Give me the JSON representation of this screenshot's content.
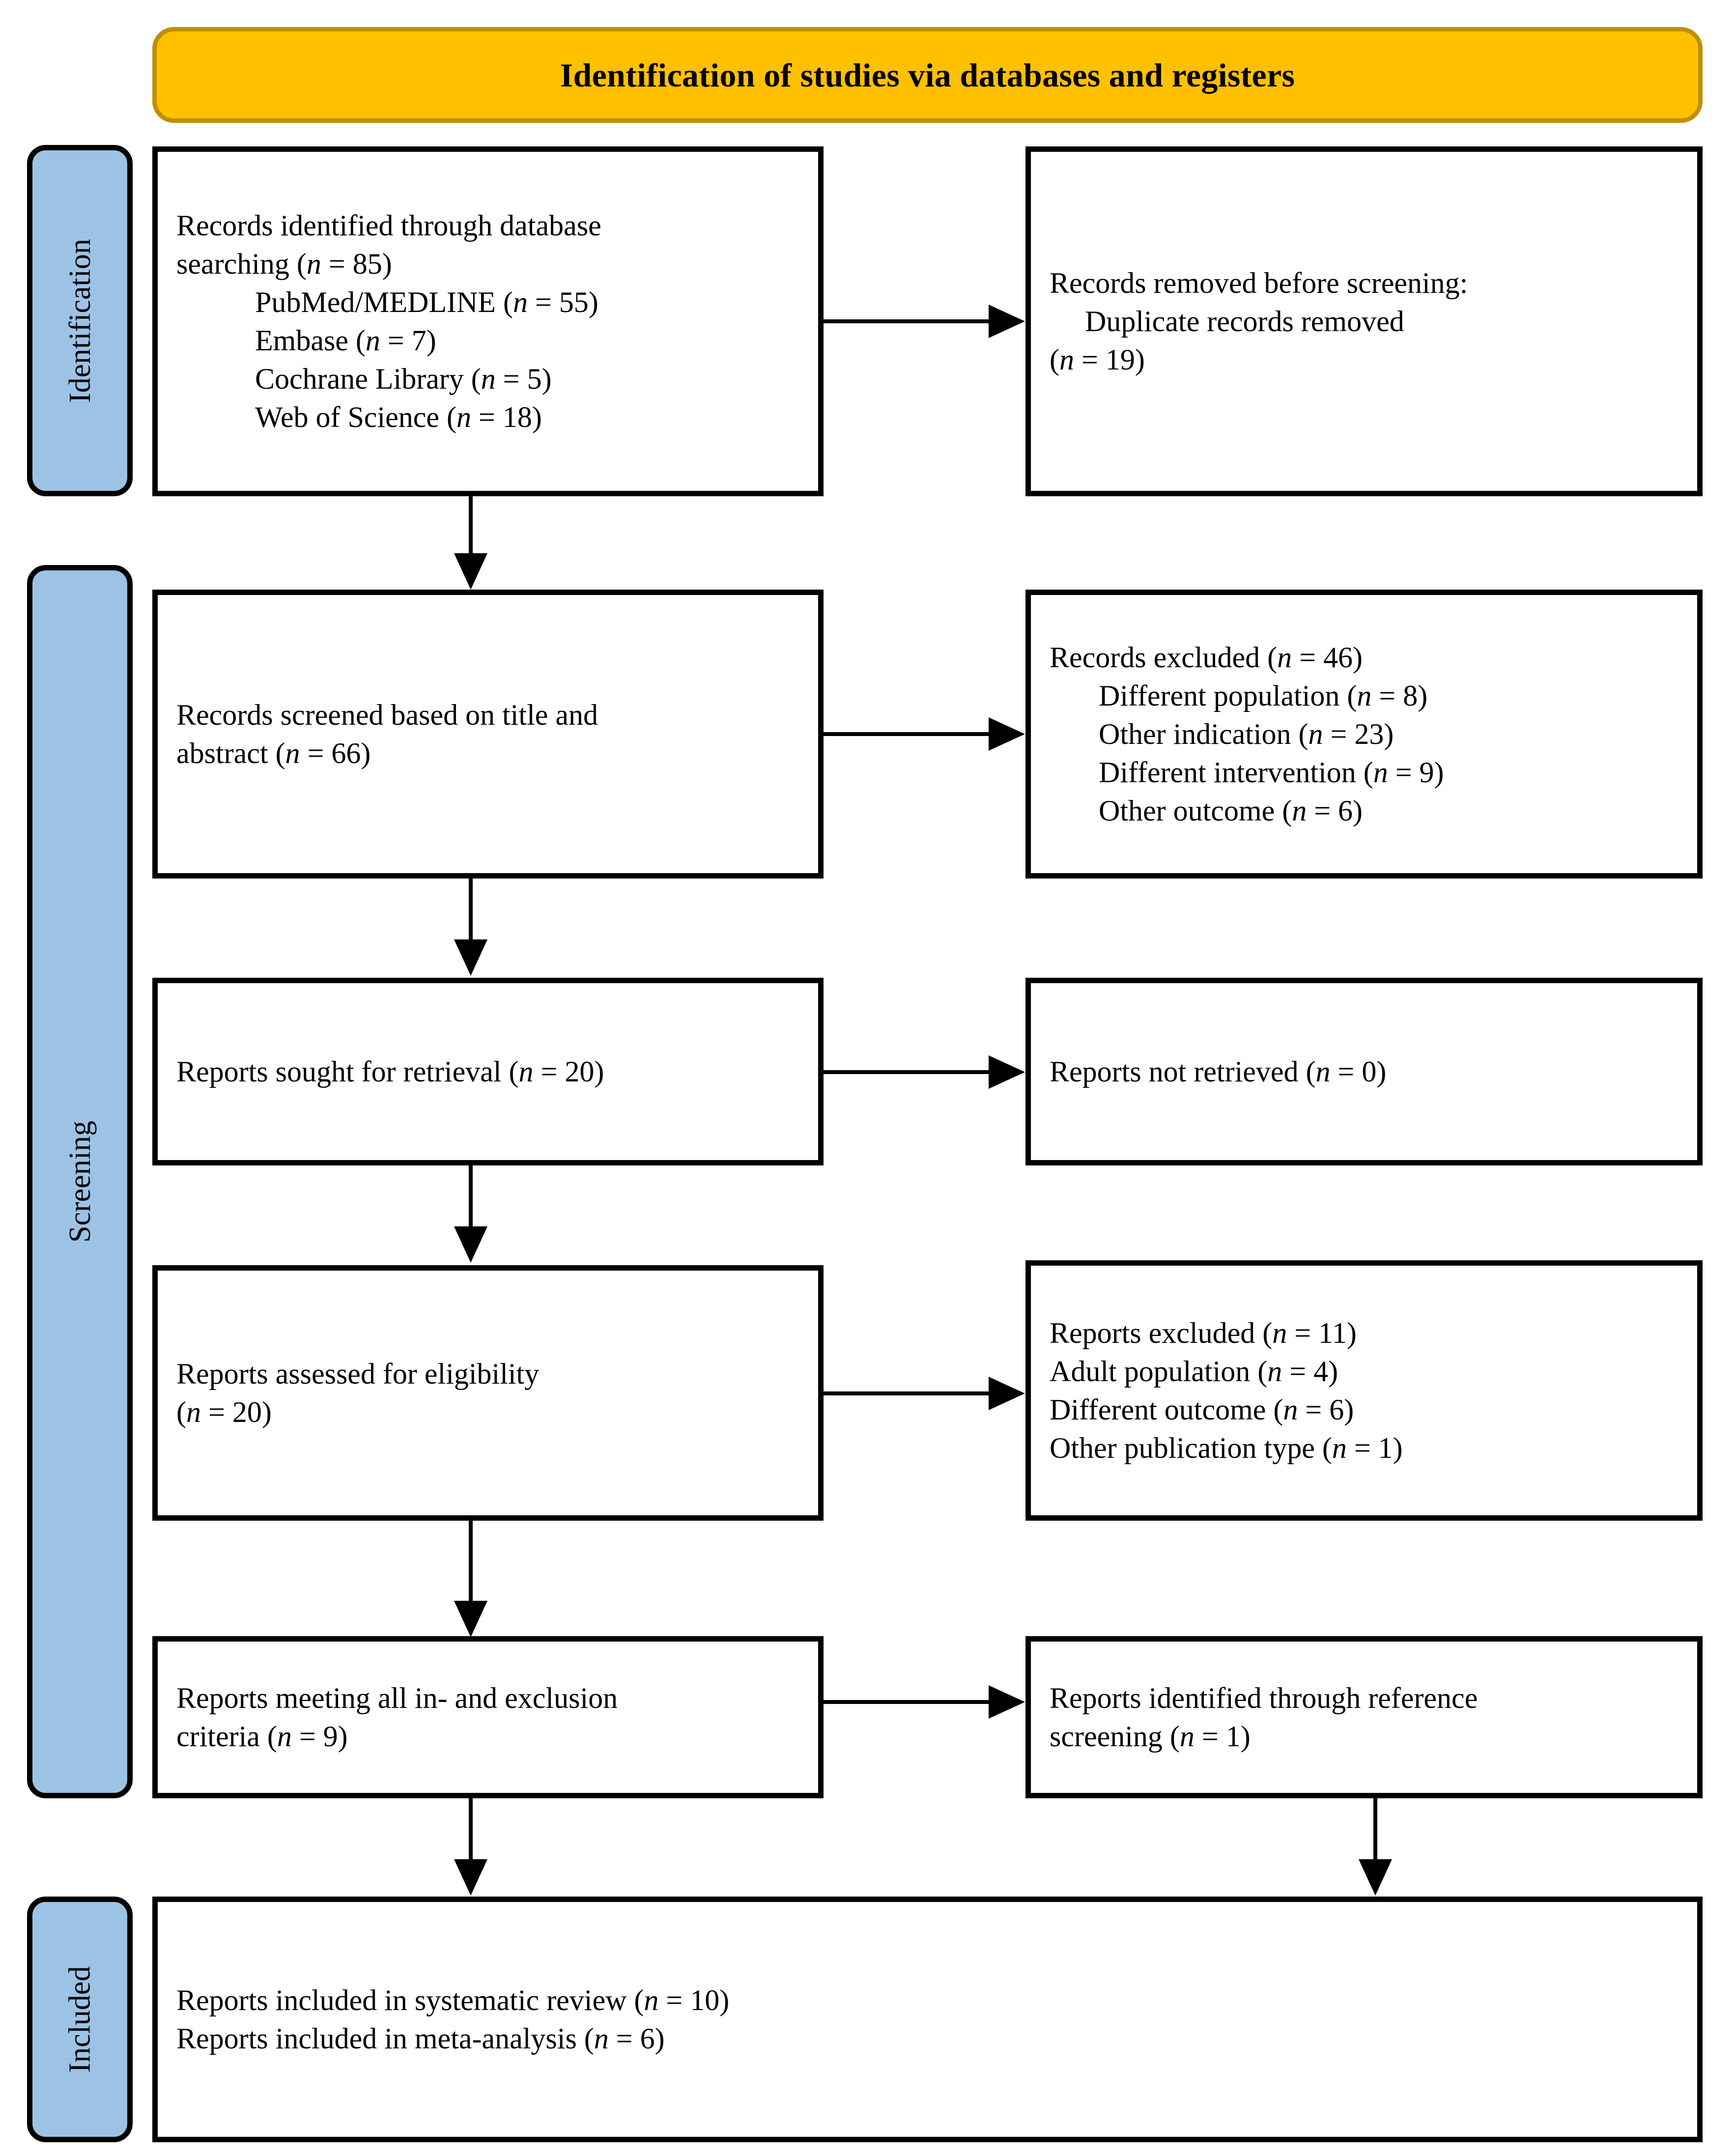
{
  "banner": {
    "title": "Identification of studies via databases and registers"
  },
  "colors": {
    "banner_fill": "#FFC000",
    "banner_border": "#BF8F00",
    "rail_fill": "#9CC3E5",
    "box_border": "#000000",
    "box_fill": "#FFFFFF"
  },
  "rails": [
    {
      "label": "Identification"
    },
    {
      "label": "Screening"
    },
    {
      "label": "Included"
    }
  ],
  "boxes": {
    "identified": {
      "line1": "Records identified through database",
      "line2": "searching (n = 85)",
      "sources": [
        "PubMed/MEDLINE (n = 55)",
        "Embase (n = 7)",
        "Cochrane Library (n = 5)",
        "Web of Science (n = 18)"
      ]
    },
    "removed": {
      "line1": "Records removed before screening:",
      "line2": "Duplicate records removed",
      "line3": "(n = 19)"
    },
    "screened": {
      "line1": "Records screened based on title and",
      "line2": "abstract (n = 66)"
    },
    "records_excluded": {
      "line1": "Records excluded (n = 46)",
      "reasons": [
        "Different population (n = 8)",
        "Other indication (n = 23)",
        "Different intervention (n = 9)",
        "Other outcome (n = 6)"
      ]
    },
    "sought": {
      "line1": "Reports sought for retrieval (n = 20)"
    },
    "not_retrieved": {
      "line1": "Reports not retrieved (n = 0)"
    },
    "assessed": {
      "line1": "Reports assessed for eligibility",
      "line2": "(n = 20)"
    },
    "reports_excluded": {
      "line1": "Reports excluded (n = 11)",
      "reasons": [
        "Adult population (n = 4)",
        "Different outcome (n = 6)",
        "Other publication type (n = 1)"
      ]
    },
    "meeting_criteria": {
      "line1": "Reports meeting all in- and exclusion",
      "line2": "criteria (n = 9)"
    },
    "reference_screening": {
      "line1": "Reports identified through reference",
      "line2": "screening (n = 1)"
    },
    "included": {
      "line1": "Reports included in systematic review (n = 10)",
      "line2": "Reports included in meta-analysis (n = 6)"
    }
  },
  "counts": {
    "records_identified_total": 85,
    "pubmed_medline": 55,
    "embase": 7,
    "cochrane_library": 5,
    "web_of_science": 18,
    "duplicates_removed": 19,
    "records_screened": 66,
    "records_excluded_total": 46,
    "excluded_different_population": 8,
    "excluded_other_indication": 23,
    "excluded_different_intervention": 9,
    "excluded_other_outcome": 6,
    "reports_sought": 20,
    "reports_not_retrieved": 0,
    "reports_assessed": 20,
    "reports_excluded_total": 11,
    "excluded_adult_population": 4,
    "excluded_different_outcome": 6,
    "excluded_other_publication_type": 1,
    "reports_meeting_criteria": 9,
    "reports_from_reference_screening": 1,
    "included_systematic_review": 10,
    "included_meta_analysis": 6
  }
}
